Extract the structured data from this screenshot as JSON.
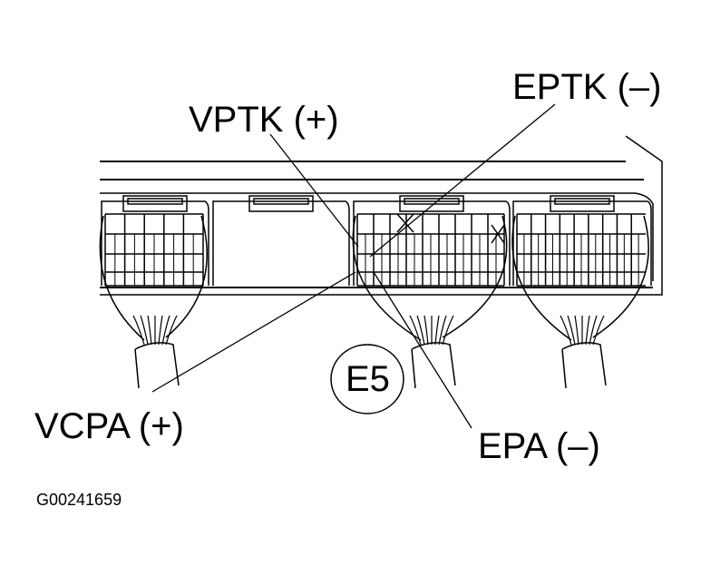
{
  "labels": {
    "eptk": "EPTK (–)",
    "vptk": "VPTK (+)",
    "vcpa": "VCPA (+)",
    "epa": "EPA (–)",
    "connector": "E5"
  },
  "figure_code": "G00241659"
}
